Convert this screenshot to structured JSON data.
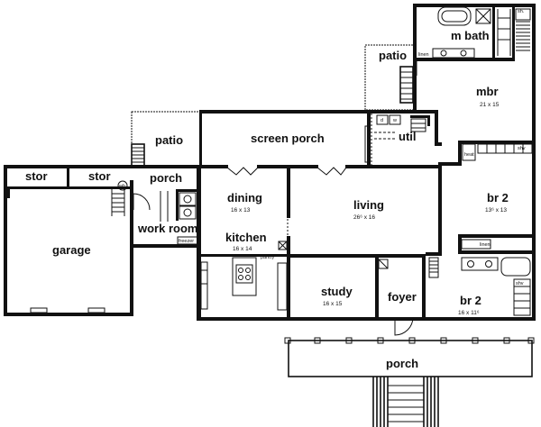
{
  "rooms": {
    "m_bath": {
      "label": "m bath"
    },
    "sh": {
      "label": "sh."
    },
    "linen_top": {
      "label": "linen"
    },
    "patio_right": {
      "label": "patio"
    },
    "mbr": {
      "label": "mbr",
      "dim": "21 x 15"
    },
    "util": {
      "label": "util"
    },
    "d": {
      "label": "d"
    },
    "w": {
      "label": "w"
    },
    "screen_porch": {
      "label": "screen porch"
    },
    "patio_left": {
      "label": "patio"
    },
    "stor1": {
      "label": "stor"
    },
    "stor2": {
      "label": "stor"
    },
    "porch_small": {
      "label": "porch"
    },
    "wh": {
      "label": "wh"
    },
    "dining": {
      "label": "dining",
      "dim": "16 x 13"
    },
    "living": {
      "label": "living",
      "dim": "26⁶ x 16"
    },
    "br2_upper": {
      "label": "br 2",
      "dim": "13⁶ x 13"
    },
    "heat": {
      "label": "heat"
    },
    "shv_upper": {
      "label": "shv"
    },
    "garage": {
      "label": "garage"
    },
    "work_room": {
      "label": "work room"
    },
    "freezer": {
      "label": "freezer"
    },
    "kitchen": {
      "label": "kitchen",
      "dim": "16 x 14"
    },
    "pantry": {
      "label": "pantry"
    },
    "linen_mid": {
      "label": "linen"
    },
    "study": {
      "label": "study",
      "dim": "16 x 15"
    },
    "foyer": {
      "label": "foyer"
    },
    "br2_lower": {
      "label": "br 2",
      "dim": "16 x 11⁶"
    },
    "shv_lower": {
      "label": "shv"
    },
    "porch_front": {
      "label": "porch"
    }
  }
}
